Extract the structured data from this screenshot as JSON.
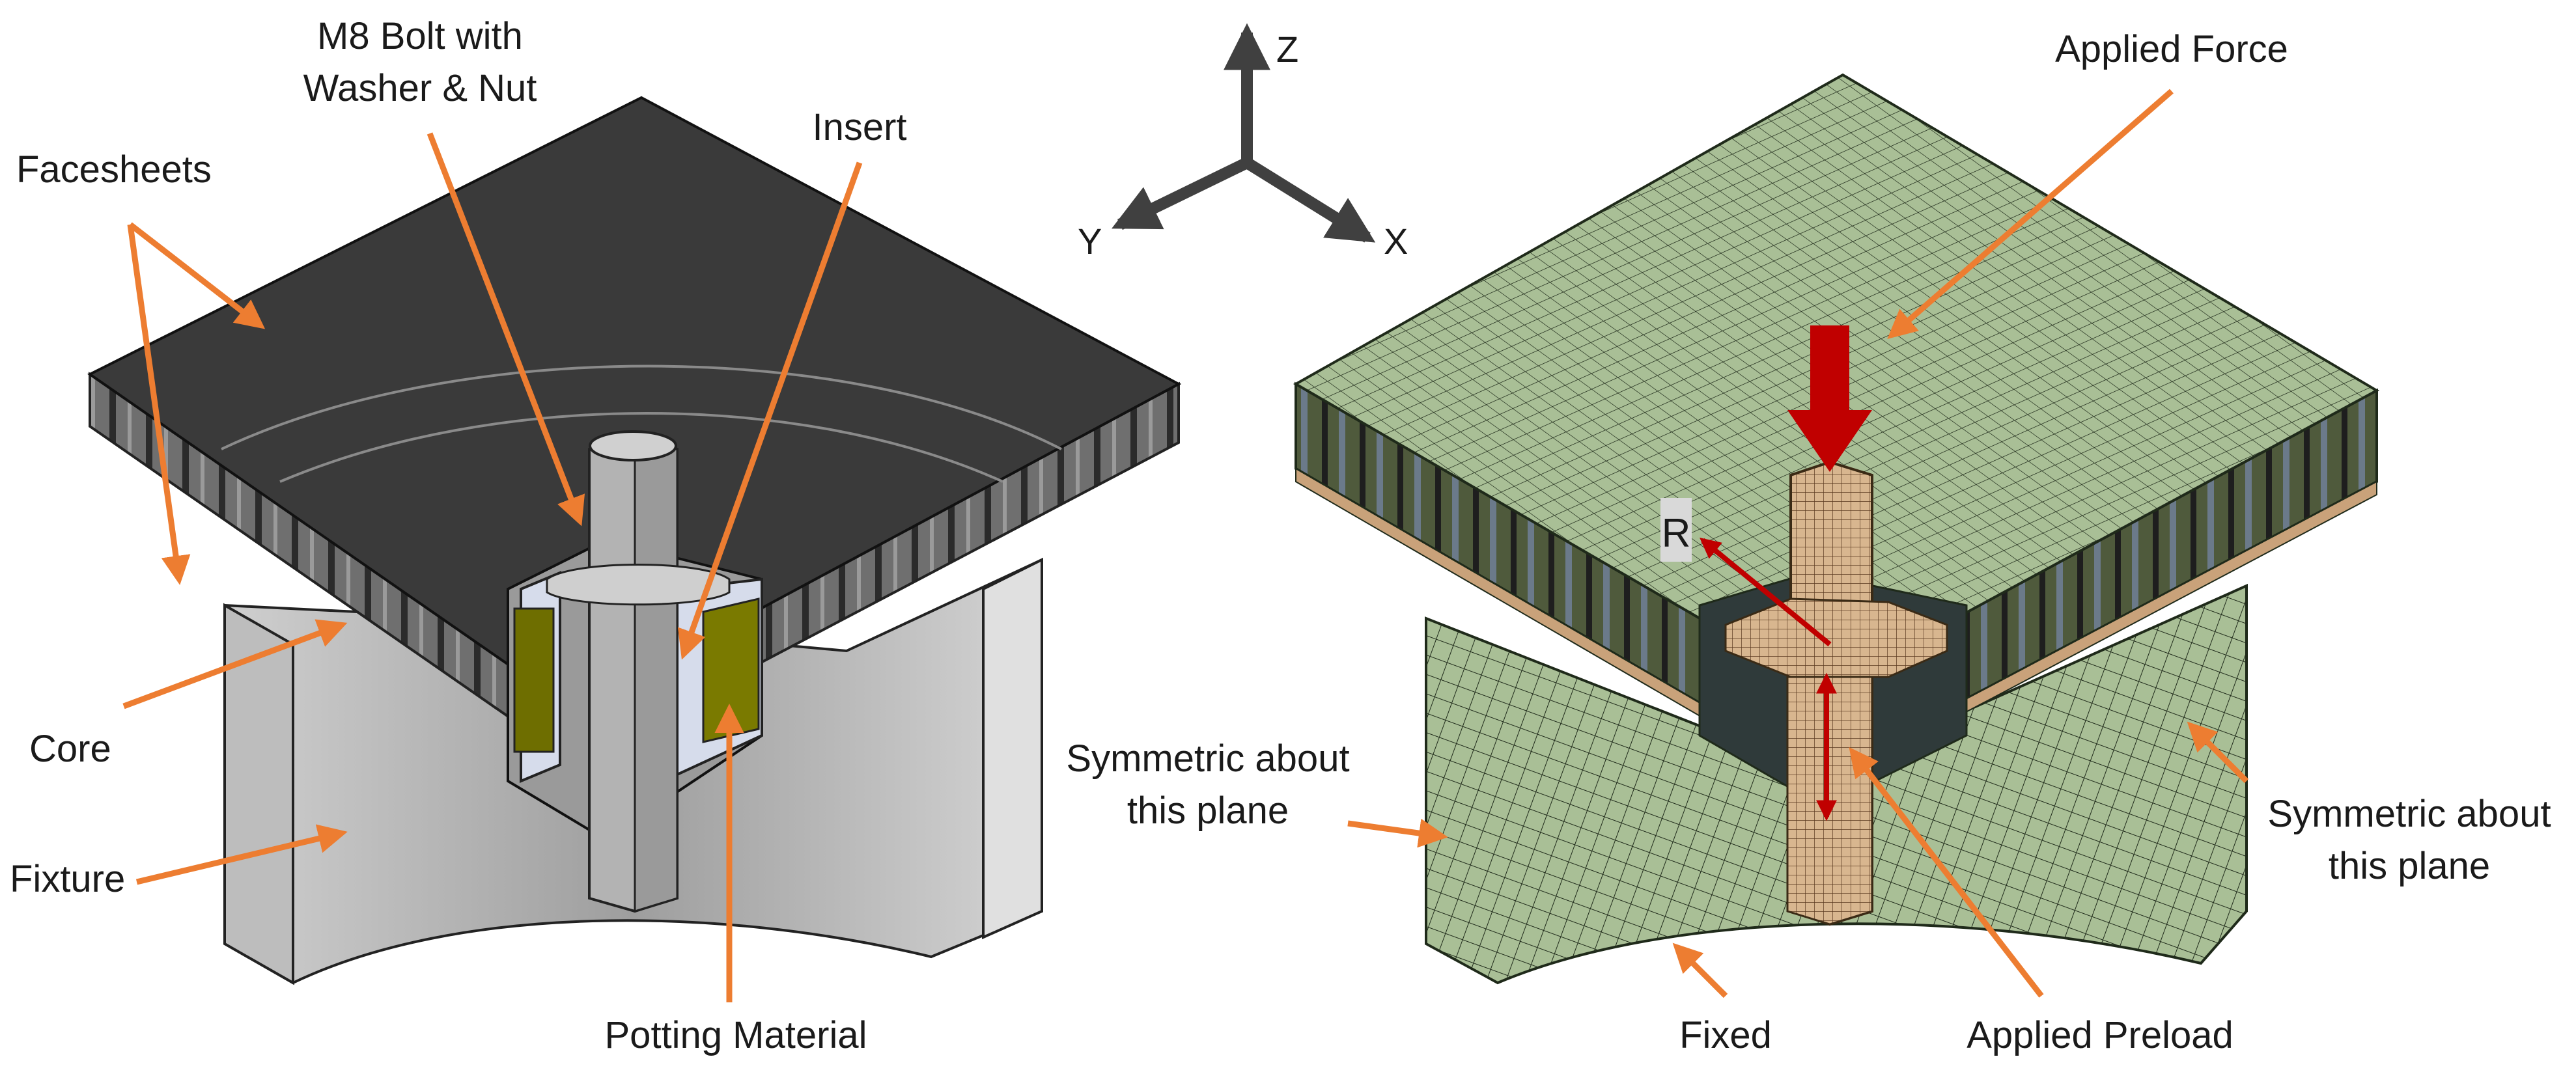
{
  "labels": {
    "bolt_line1": "M8 Bolt with",
    "bolt_line2": "Washer & Nut",
    "insert": "Insert",
    "facesheets": "Facesheets",
    "core": "Core",
    "fixture": "Fixture",
    "potting": "Potting Material",
    "applied_force": "Applied Force",
    "symmetric_left_line1": "Symmetric about",
    "symmetric_left_line2": "this plane",
    "symmetric_right_line1": "Symmetric about",
    "symmetric_right_line2": "this plane",
    "fixed": "Fixed",
    "applied_preload": "Applied Preload",
    "r_marker": "R"
  },
  "axes": {
    "z": "Z",
    "y": "Y",
    "x": "X"
  },
  "colors": {
    "annotation_arrow": "#ed7d31",
    "facesheet": "#3a3a3a",
    "fixture": "#bdbdbd",
    "insert": "#d6dceb",
    "potting": "#7a7a00",
    "mesh_green": "#a9bf96",
    "mesh_line": "#1f2a1a",
    "bolt_mesh": "#d8b68f",
    "load_red": "#c00000"
  }
}
